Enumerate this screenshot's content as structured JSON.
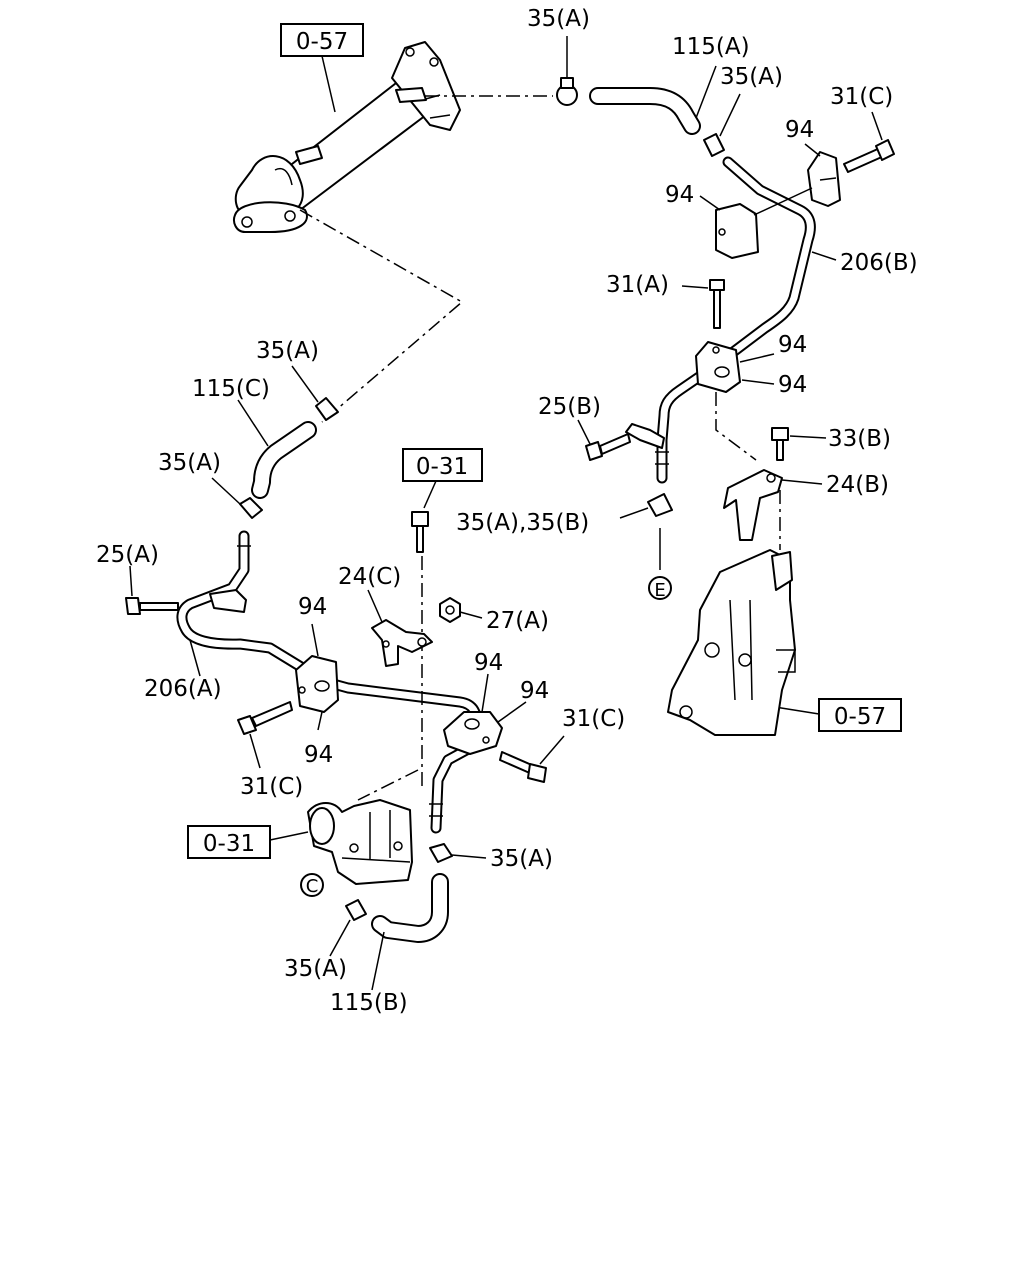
{
  "refs": {
    "ref_057_top": "0-57",
    "ref_057_right": "0-57",
    "ref_031_mid": "0-31",
    "ref_031_bottom": "0-31"
  },
  "callouts": [
    {
      "id": "c01",
      "text": "35(A)"
    },
    {
      "id": "c02",
      "text": "115(A)"
    },
    {
      "id": "c03",
      "text": "35(A)"
    },
    {
      "id": "c04",
      "text": "31(C)"
    },
    {
      "id": "c05",
      "text": "94"
    },
    {
      "id": "c06",
      "text": "94"
    },
    {
      "id": "c07",
      "text": "206(B)"
    },
    {
      "id": "c08",
      "text": "31(A)"
    },
    {
      "id": "c09",
      "text": "94"
    },
    {
      "id": "c10",
      "text": "94"
    },
    {
      "id": "c11",
      "text": "25(B)"
    },
    {
      "id": "c12",
      "text": "33(B)"
    },
    {
      "id": "c13",
      "text": "24(B)"
    },
    {
      "id": "c14",
      "text": "35(A),35(B)"
    },
    {
      "id": "c15",
      "text": "35(A)"
    },
    {
      "id": "c16",
      "text": "115(C)"
    },
    {
      "id": "c17",
      "text": "35(A)"
    },
    {
      "id": "c18",
      "text": "25(A)"
    },
    {
      "id": "c19",
      "text": "24(C)"
    },
    {
      "id": "c20",
      "text": "27(A)"
    },
    {
      "id": "c21",
      "text": "94"
    },
    {
      "id": "c22",
      "text": "94"
    },
    {
      "id": "c23",
      "text": "94"
    },
    {
      "id": "c24",
      "text": "206(A)"
    },
    {
      "id": "c25",
      "text": "31(C)"
    },
    {
      "id": "c26",
      "text": "94"
    },
    {
      "id": "c27",
      "text": "31(C)"
    },
    {
      "id": "c28",
      "text": "35(A)"
    },
    {
      "id": "c29",
      "text": "35(A)"
    },
    {
      "id": "c30",
      "text": "115(B)"
    }
  ],
  "connectors": {
    "conn_e": "E",
    "conn_c": "C"
  }
}
